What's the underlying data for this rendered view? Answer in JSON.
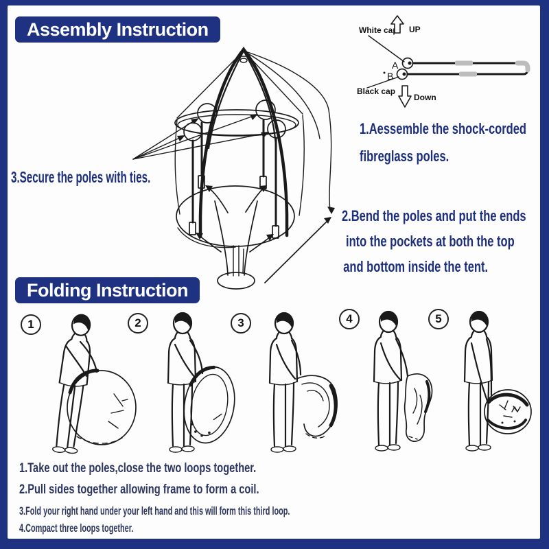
{
  "colors": {
    "frame_navy": "#1f3181",
    "header_text": "#ffffff",
    "step_text": "#1c2e7c",
    "list_text": "#2c355f",
    "sketch_ink": "#1a1a1a",
    "pole_ferrule_gray": "#bdbdbd",
    "paper": "#fdfdfd"
  },
  "assembly": {
    "title": "Assembly Instruction",
    "pole_diagram": {
      "white_cap": "White cap",
      "up": "UP",
      "a": "A",
      "b": "B",
      "black_cap": "Black cap",
      "down": "Down"
    },
    "step1_lines": [
      "1.Aessemble the shock-corded",
      "fibreglass poles."
    ],
    "step2_lines": [
      "2.Bend the poles and put the ends",
      "into the pockets at both the top",
      "and bottom inside the tent."
    ],
    "step3": "3.Secure the poles with ties."
  },
  "folding": {
    "title": "Folding Instruction",
    "figures": [
      "1",
      "2",
      "3",
      "4",
      "5"
    ],
    "steps": [
      "1.Take out the poles,close the two loops together.",
      "2.Pull sides together allowing frame to form a coil.",
      "3.Fold your right hand under your left hand and this will form this third loop.",
      "4.Compact three loops together."
    ]
  }
}
